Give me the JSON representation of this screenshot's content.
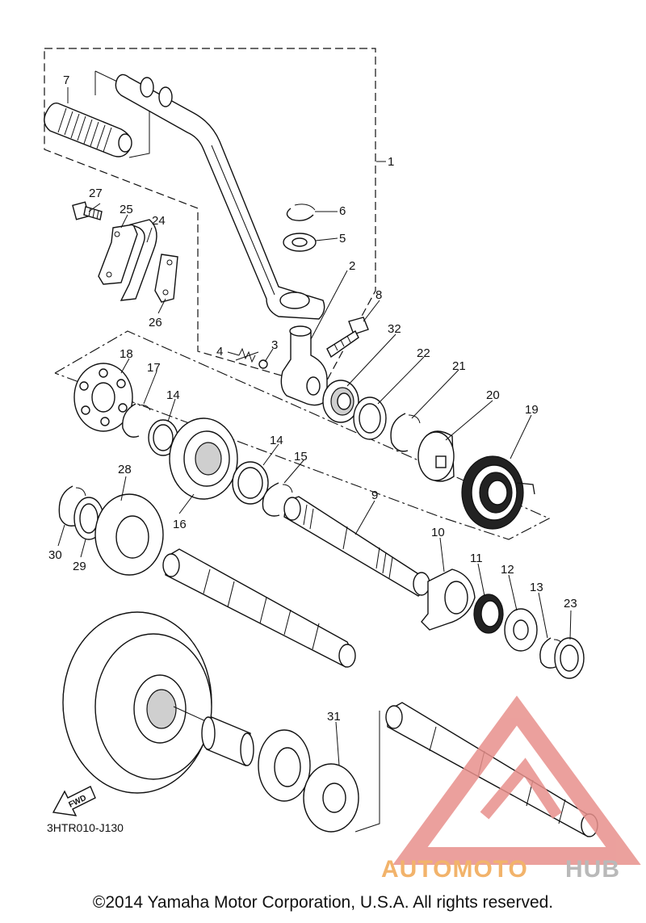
{
  "diagram": {
    "code": "3HTR010-J130",
    "fwd_label": "FWD",
    "copyright": "©2014 Yamaha Motor Corporation, U.S.A. All rights reserved.",
    "watermark": {
      "left": "AUTOMOTO",
      "right": "HUB",
      "left_color": "#f2b36b",
      "right_color": "#b9b9b9",
      "mark_color": "#e8908c"
    },
    "callouts": {
      "c1": "1",
      "c2": "2",
      "c3": "3",
      "c4": "4",
      "c5": "5",
      "c6": "6",
      "c7": "7",
      "c8": "8",
      "c9": "9",
      "c10": "10",
      "c11": "11",
      "c12": "12",
      "c13": "13",
      "c14a": "14",
      "c14b": "14",
      "c15": "15",
      "c16": "16",
      "c17": "17",
      "c18": "18",
      "c19": "19",
      "c20": "20",
      "c21": "21",
      "c22": "22",
      "c23": "23",
      "c24": "24",
      "c25": "25",
      "c26": "26",
      "c27": "27",
      "c28": "28",
      "c29": "29",
      "c30": "30",
      "c31": "31",
      "c32": "32"
    }
  }
}
